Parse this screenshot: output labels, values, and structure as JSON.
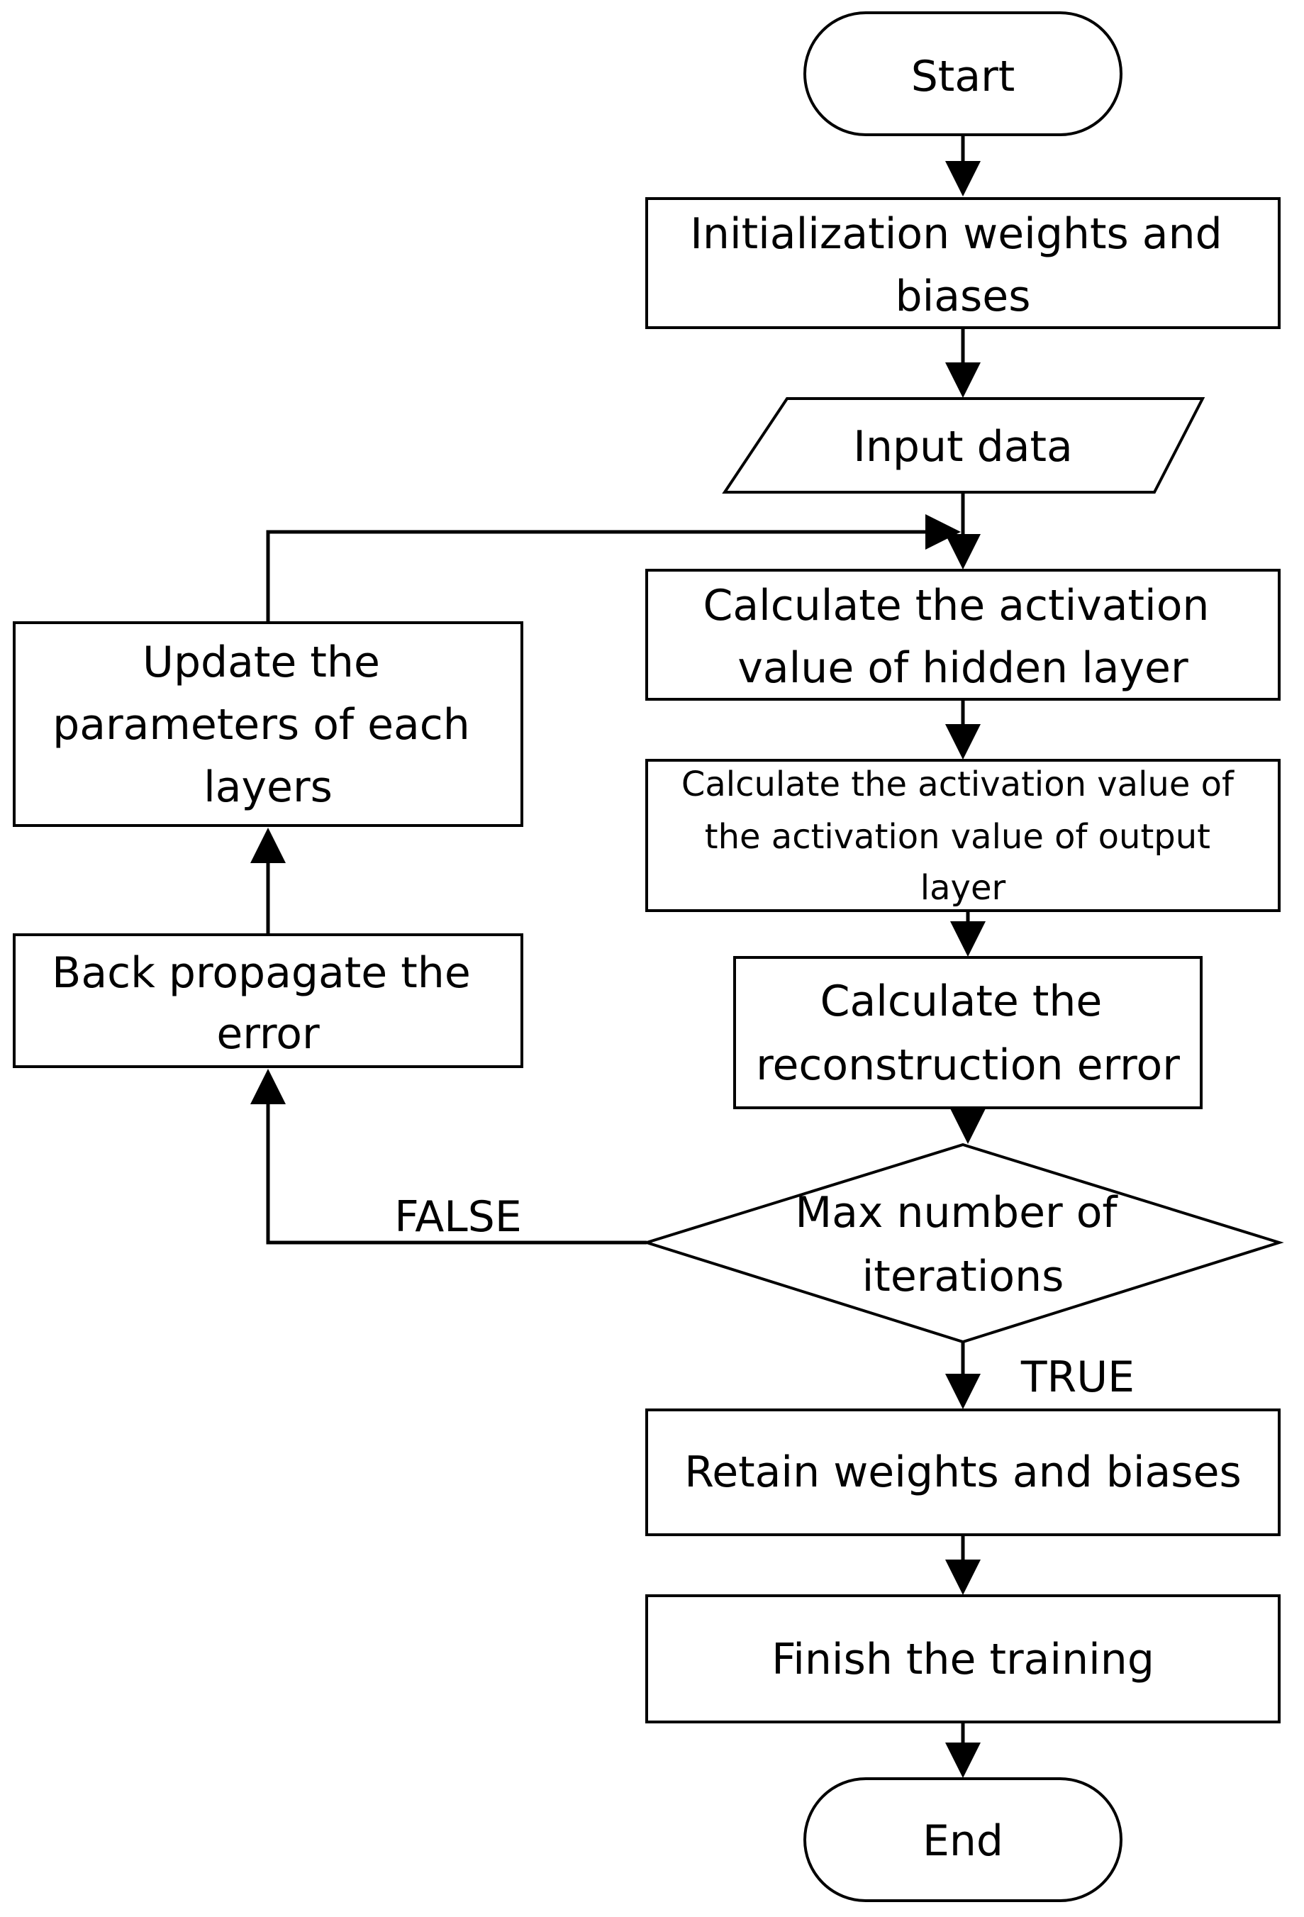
{
  "nodes": {
    "start": {
      "lines": [
        "Start"
      ]
    },
    "init": {
      "lines": [
        "Initialization weights and",
        "biases"
      ]
    },
    "input": {
      "lines": [
        "Input data"
      ]
    },
    "calc_hidden": {
      "lines": [
        "Calculate the activation",
        "value of hidden layer"
      ]
    },
    "calc_output": {
      "lines": [
        "Calculate the activation value of",
        "the activation value of output",
        "layer"
      ]
    },
    "calc_error": {
      "lines": [
        "Calculate the",
        "reconstruction error"
      ]
    },
    "decision": {
      "lines": [
        "Max number of",
        "iterations"
      ]
    },
    "retain": {
      "lines": [
        "Retain weights and biases"
      ]
    },
    "finish": {
      "lines": [
        "Finish the training"
      ]
    },
    "end": {
      "lines": [
        "End"
      ]
    },
    "backprop": {
      "lines": [
        "Back propagate the",
        "error"
      ]
    },
    "update": {
      "lines": [
        "Update the",
        "parameters of each",
        "layers"
      ]
    }
  },
  "edge_labels": {
    "false_label": "FALSE",
    "true_label": "TRUE"
  }
}
